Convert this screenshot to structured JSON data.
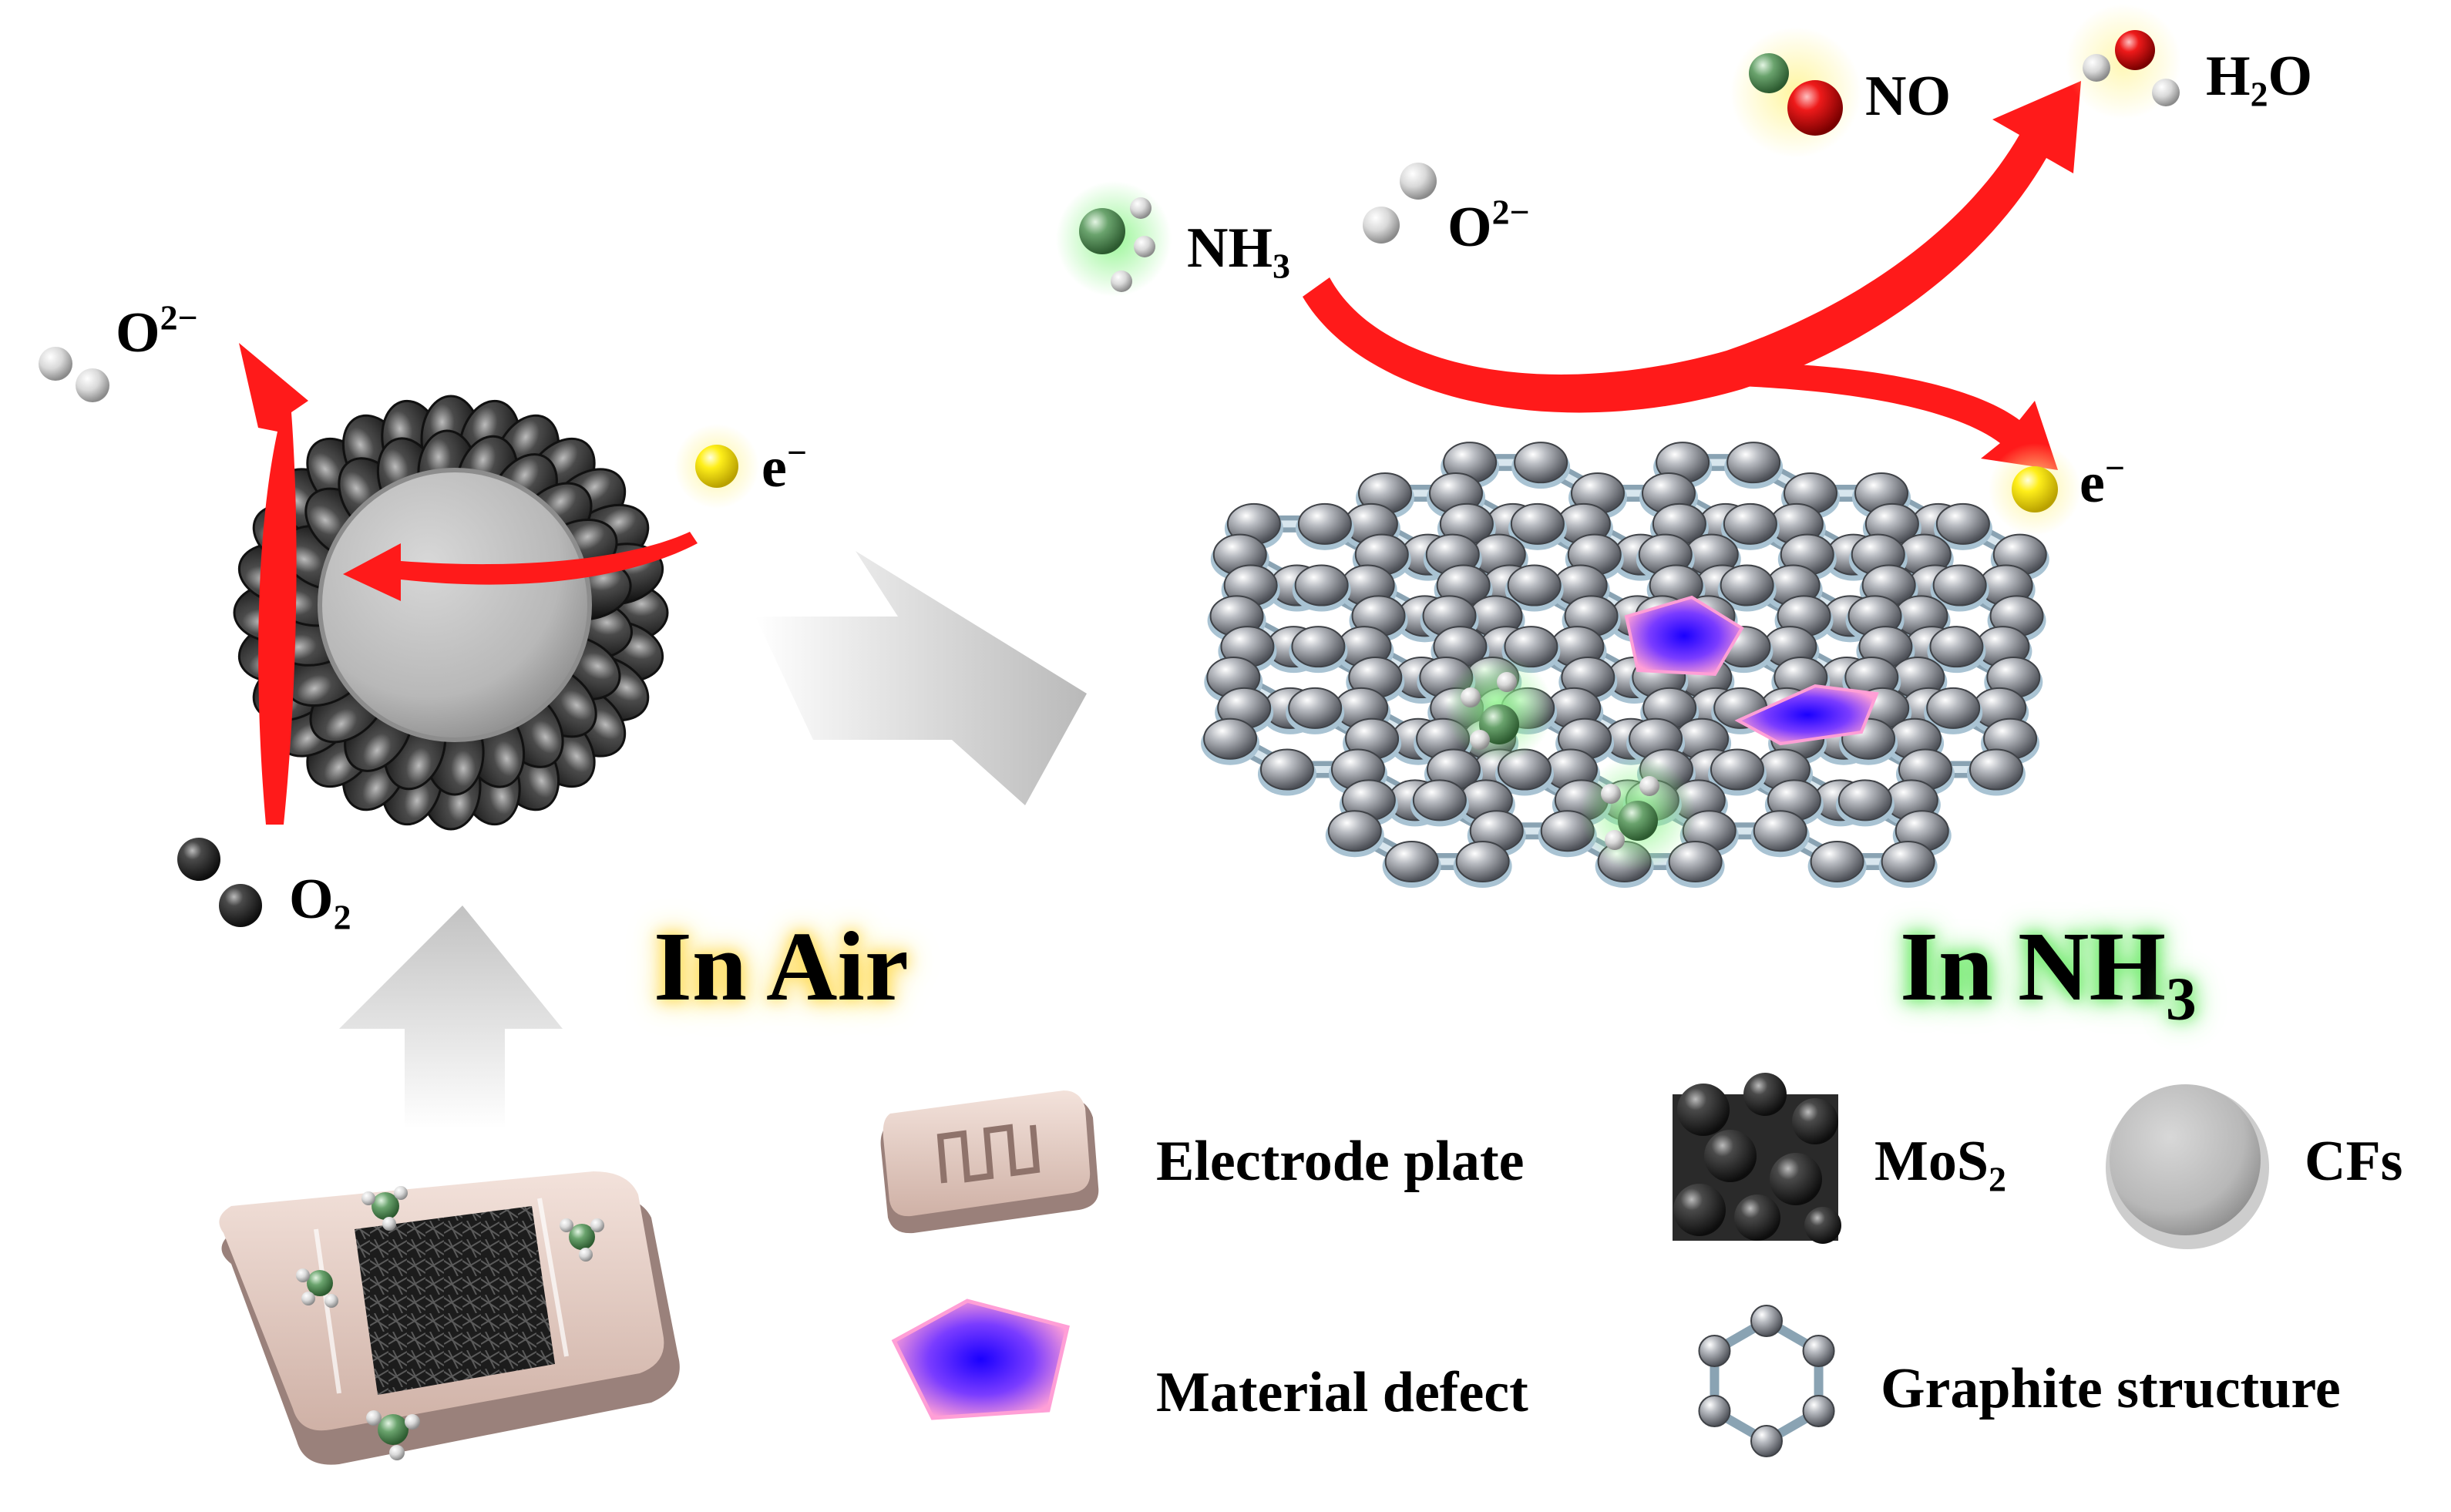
{
  "labels": {
    "o2minus_left": {
      "base": "O",
      "sup": "2−"
    },
    "e_left": {
      "base": "e",
      "sup": "−"
    },
    "o2": {
      "base": "O",
      "sub": "2"
    },
    "nh3_top": {
      "base": "NH",
      "sub": "3"
    },
    "o2minus_top": {
      "base": "O",
      "sup": "2−"
    },
    "no": "NO",
    "h2o": {
      "pre": "H",
      "sub": "2",
      "post": "O"
    },
    "e_right": {
      "base": "e",
      "sup": "−"
    }
  },
  "conditions": {
    "air": "In Air",
    "nh3": {
      "base": "In NH",
      "sub": "3"
    }
  },
  "legend": {
    "electrode_plate": "Electrode plate",
    "mos2": {
      "base": "MoS",
      "sub": "2"
    },
    "cfs": "CFs",
    "material_defect": "Material defect",
    "graphite_structure": "Graphite structure"
  },
  "colors": {
    "reaction_arrow": "#ff1a1a",
    "process_arrow": "#cfcfcf",
    "electron": "#ffe600",
    "nitrogen": "#5c9a60",
    "oxygen": "#e8101a",
    "hydrogen": "#e6e6e6",
    "oxygen_ion": "#c8c8c8",
    "carbon_atom": "#6f7278",
    "bond": "#a7c0d0",
    "defect": "#2a18ff",
    "defect_edge": "#ff8fcf",
    "glow_nh3": "#7cf27a",
    "glow_air": "#ffd23c",
    "mos2": "#2b2b2b",
    "cf_core": "#bdbdbd",
    "plate": "#e7cfc6"
  }
}
